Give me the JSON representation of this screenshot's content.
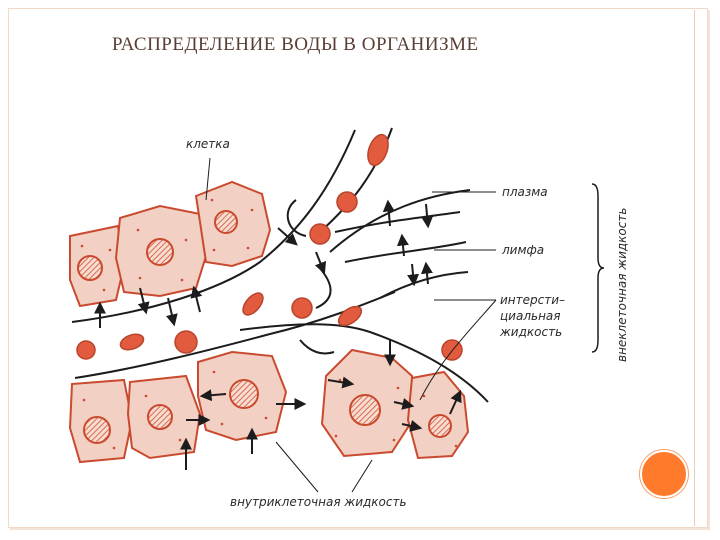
{
  "title": "РАСПРЕДЕЛЕНИЕ ВОДЫ В ОРГАНИЗМЕ",
  "labels": {
    "cell": "клетка",
    "plasma": "плазма",
    "lymph": "лимфа",
    "interstitial_1": "интерсти–",
    "interstitial_2": "циальная",
    "interstitial_3": "жидкость",
    "extracellular": "внеклеточная жидкость",
    "intracellular": "внутриклеточная жидкость"
  },
  "colors": {
    "cell_fill": "#f2d0c3",
    "cell_stroke": "#c94a2f",
    "nucleus": "#d96a4f",
    "rbc_fill": "#e35b3e",
    "line": "#1c1c1c",
    "accent": "#ff7a2a"
  },
  "icons": [
    "arrow-icon",
    "red-blood-cell-icon",
    "nucleus-icon"
  ]
}
